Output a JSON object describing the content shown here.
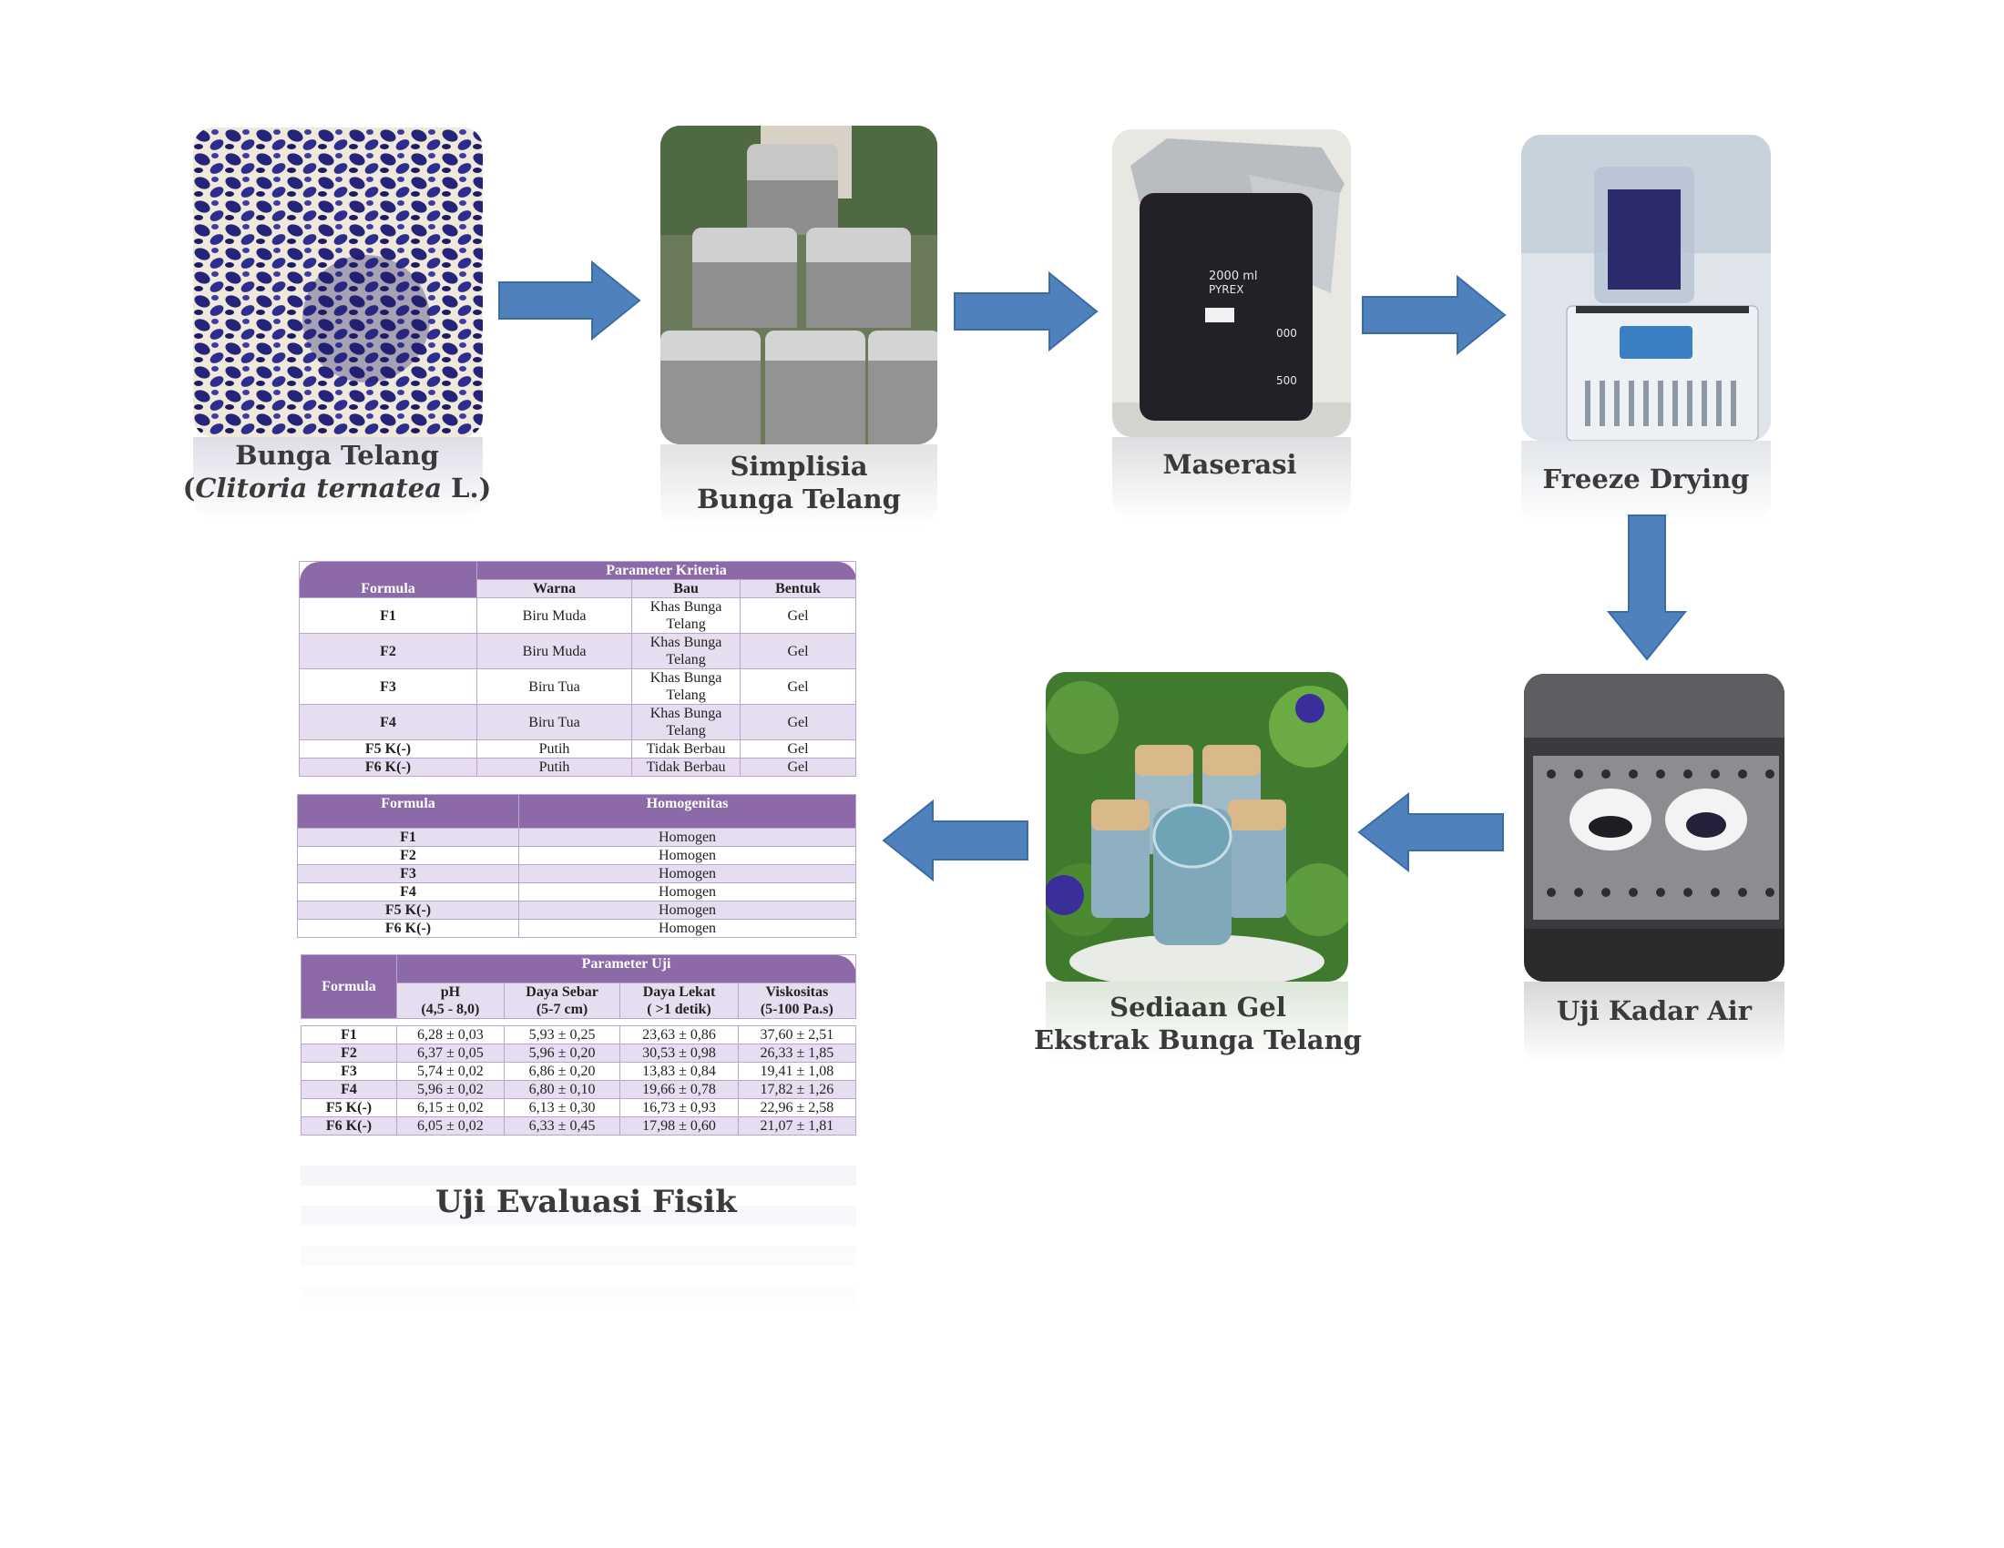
{
  "steps": [
    {
      "label_line1": "Bunga Telang",
      "label_line2_italic": "Clitoria ternatea",
      "label_line2_rest": " L.)",
      "label_line2_open": "("
    },
    {
      "label_line1": "Simplisia",
      "label_line2": "Bunga Telang"
    },
    {
      "label_line1": "Maserasi"
    },
    {
      "label_line1": "Freeze Drying"
    },
    {
      "label_line1": "Uji Kadar Air"
    },
    {
      "label_line1": "Sediaan Gel",
      "label_line2": "Ekstrak Bunga Telang"
    }
  ],
  "beaker_marks": [
    "2000 ml",
    "PYREX",
    "000",
    "500"
  ],
  "evaluation_title": "Uji Evaluasi Fisik",
  "table1": {
    "header_formula": "Formula",
    "header_group": "Parameter Kriteria",
    "columns": [
      "Warna",
      "Bau",
      "Bentuk"
    ],
    "rows": [
      {
        "formula": "F1",
        "warna": "Biru Muda",
        "bau": "Khas Bunga Telang",
        "bentuk": "Gel"
      },
      {
        "formula": "F2",
        "warna": "Biru Muda",
        "bau": "Khas Bunga Telang",
        "bentuk": "Gel"
      },
      {
        "formula": "F3",
        "warna": "Biru Tua",
        "bau": "Khas Bunga Telang",
        "bentuk": "Gel"
      },
      {
        "formula": "F4",
        "warna": "Biru Tua",
        "bau": "Khas Bunga Telang",
        "bentuk": "Gel"
      },
      {
        "formula": "F5 K(-)",
        "warna": "Putih",
        "bau": "Tidak Berbau",
        "bentuk": "Gel"
      },
      {
        "formula": "F6 K(-)",
        "warna": "Putih",
        "bau": "Tidak Berbau",
        "bentuk": "Gel"
      }
    ]
  },
  "table2": {
    "header_formula": "Formula",
    "header_value": "Homogenitas",
    "rows": [
      {
        "formula": "F1",
        "value": "Homogen"
      },
      {
        "formula": "F2",
        "value": "Homogen"
      },
      {
        "formula": "F3",
        "value": "Homogen"
      },
      {
        "formula": "F4",
        "value": "Homogen"
      },
      {
        "formula": "F5 K(-)",
        "value": "Homogen"
      },
      {
        "formula": "F6 K(-)",
        "value": "Homogen"
      }
    ]
  },
  "table3": {
    "header_formula": "Formula",
    "header_group": "Parameter Uji",
    "columns": [
      {
        "name": "pH",
        "range": "(4,5 - 8,0)"
      },
      {
        "name": "Daya Sebar",
        "range": "(5-7 cm)"
      },
      {
        "name": "Daya Lekat",
        "range": "( >1 detik)"
      },
      {
        "name": "Viskositas",
        "range": "(5-100 Pa.s)"
      }
    ],
    "rows": [
      {
        "formula": "F1",
        "ph": "6,28 ± 0,03",
        "sebar": "5,93 ± 0,25",
        "lekat": "23,63 ± 0,86",
        "visk": "37,60 ± 2,51"
      },
      {
        "formula": "F2",
        "ph": "6,37 ± 0,05",
        "sebar": "5,96 ± 0,20",
        "lekat": "30,53 ± 0,98",
        "visk": "26,33 ± 1,85"
      },
      {
        "formula": "F3",
        "ph": "5,74 ± 0,02",
        "sebar": "6,86 ± 0,20",
        "lekat": "13,83 ± 0,84",
        "visk": "19,41 ± 1,08"
      },
      {
        "formula": "F4",
        "ph": "5,96 ± 0,02",
        "sebar": "6,80 ± 0,10",
        "lekat": "19,66 ± 0,78",
        "visk": "17,82 ± 1,26"
      },
      {
        "formula": "F5 K(-)",
        "ph": "6,15 ± 0,02",
        "sebar": "6,13 ± 0,30",
        "lekat": "16,73 ± 0,93",
        "visk": "22,96 ± 2,58"
      },
      {
        "formula": "F6 K(-)",
        "ph": "6,05 ± 0,02",
        "sebar": "6,33 ± 0,45",
        "lekat": "17,98 ± 0,60",
        "visk": "21,07 ± 1,81"
      }
    ]
  },
  "colors": {
    "arrow": "#4f81bd",
    "table_header": "#8c6aa8",
    "table_alt": "#e6ddf0",
    "flower": "#2b2a7e"
  }
}
